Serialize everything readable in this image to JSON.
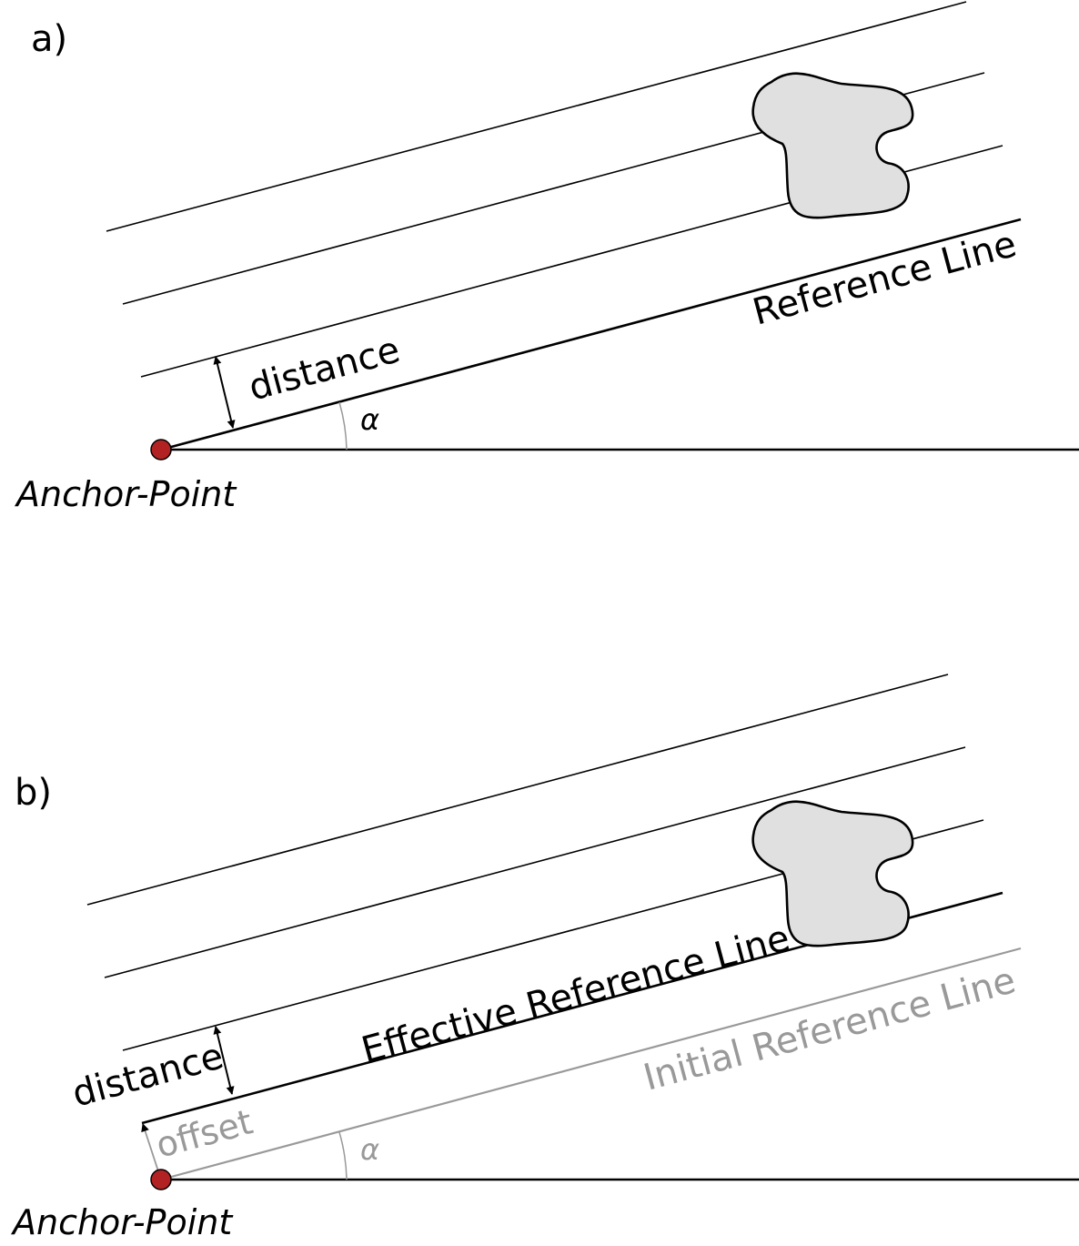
{
  "panel_a": {
    "label": "a)",
    "reference_line": "Reference Line",
    "distance": "distance",
    "angle": "α",
    "anchor": "Anchor-Point"
  },
  "panel_b": {
    "label": "b)",
    "effective_reference_line": "Effective Reference Line",
    "initial_reference_line": "Initial Reference Line",
    "distance": "distance",
    "offset": "offset",
    "angle": "α",
    "anchor": "Anchor-Point"
  },
  "colors": {
    "line": "#000000",
    "muted": "#999999",
    "anchor_fill": "#b22222",
    "obstacle_fill": "#e0e0e0"
  }
}
